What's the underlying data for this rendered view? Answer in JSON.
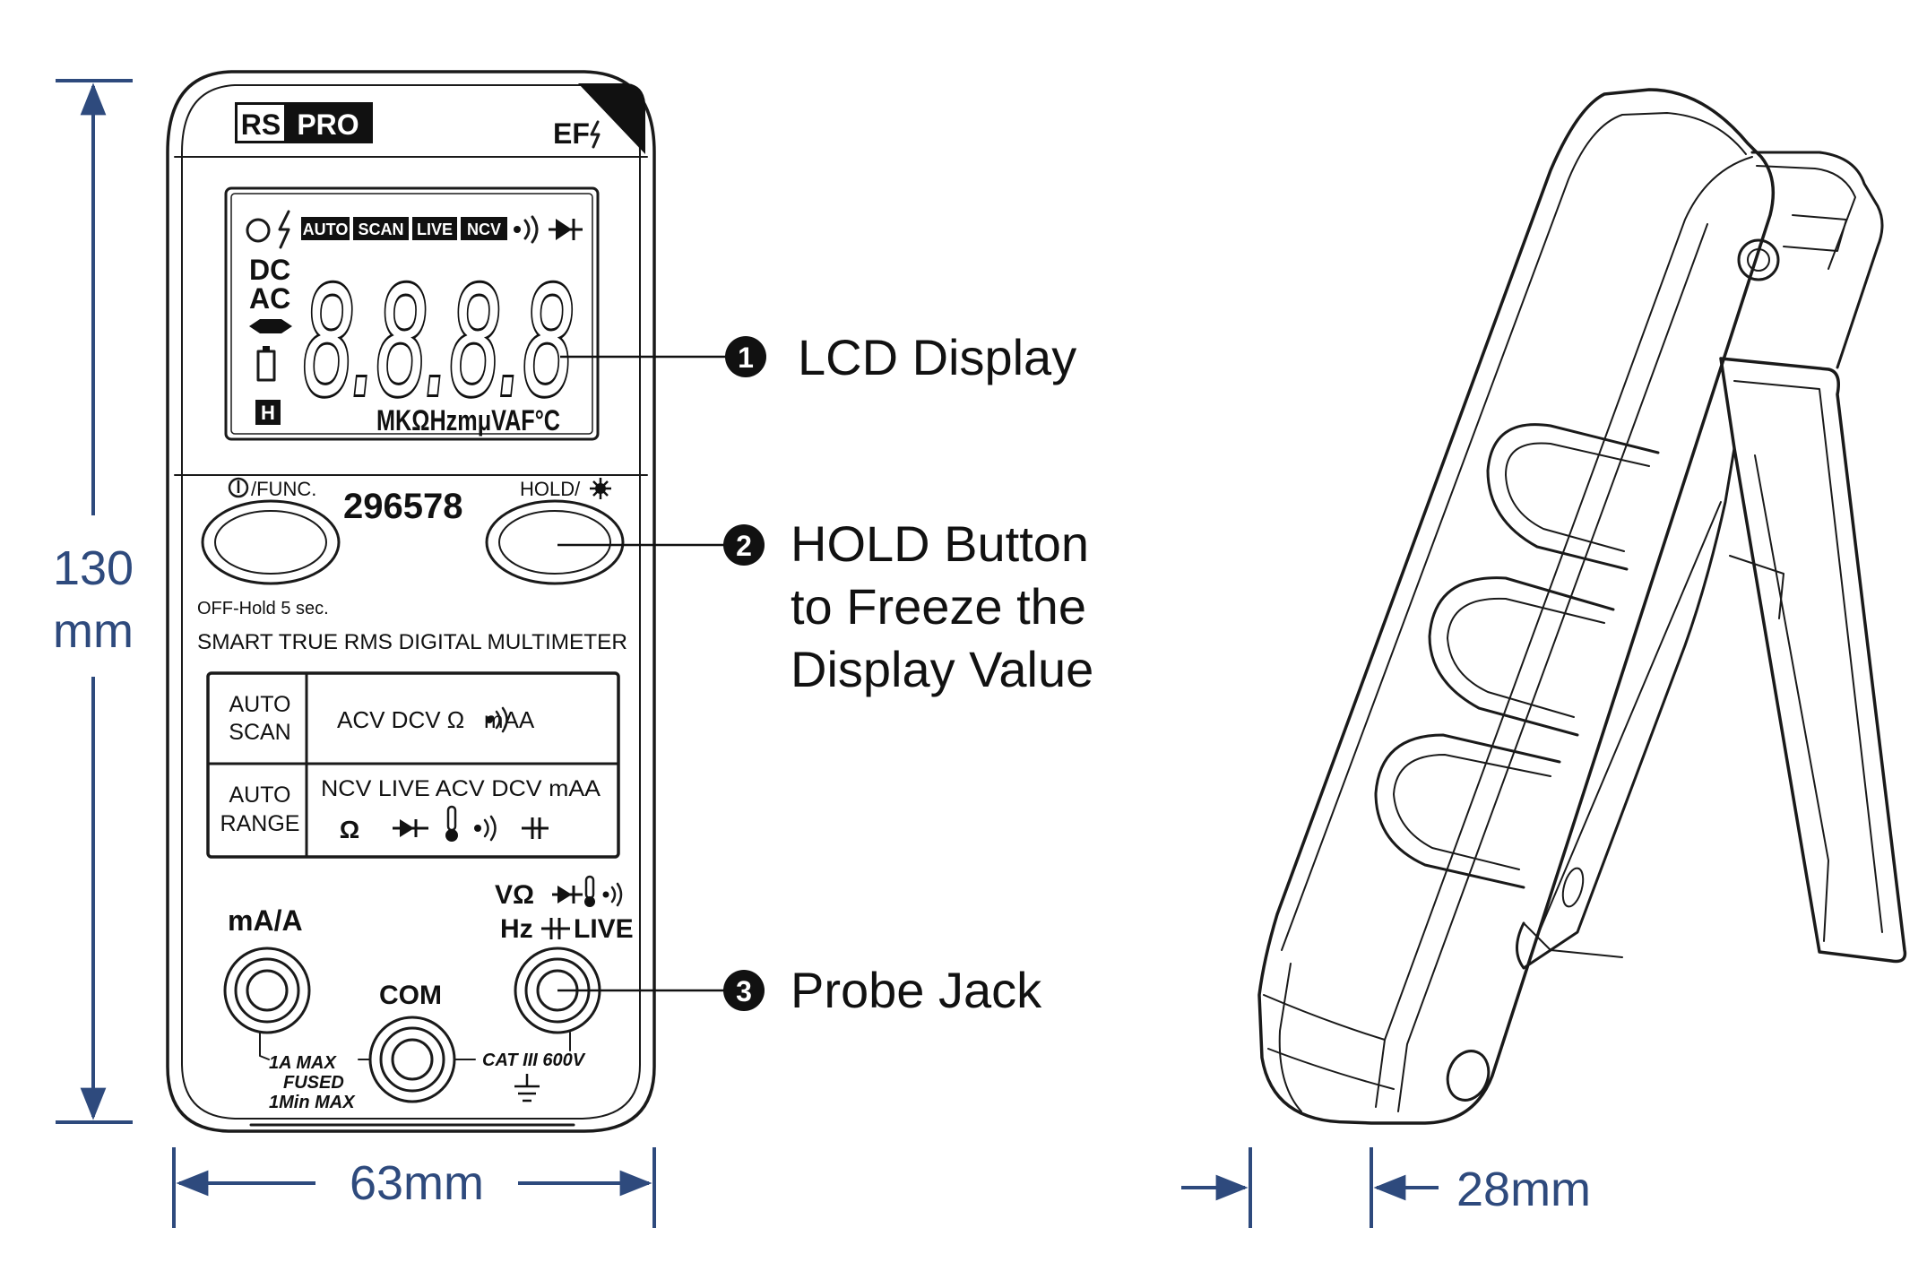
{
  "brand": {
    "rs": "RS",
    "pro": "PRO"
  },
  "ef_mark": "EF",
  "lcd": {
    "tags": [
      "AUTO",
      "SCAN",
      "LIVE",
      "NCV"
    ],
    "modes": [
      "DC",
      "AC"
    ],
    "digits": "8.8.8.8",
    "hold_flag": "H",
    "units": "MKΩHzmμVAF°C"
  },
  "buttons": {
    "func_label": "/FUNC.",
    "hold_label": "HOLD/",
    "off_hold": "OFF-Hold 5 sec."
  },
  "model_number": "296578",
  "product_name": "SMART TRUE RMS DIGITAL MULTIMETER",
  "mode_table": {
    "auto_scan_label": [
      "AUTO",
      "SCAN"
    ],
    "auto_scan_items": "ACV DCV Ω   mAA",
    "auto_range_label": [
      "AUTO",
      "RANGE"
    ],
    "auto_range_items": "NCV LIVE ACV DCV mAA"
  },
  "jacks": {
    "ma_a": "mA/A",
    "com": "COM",
    "vohm_top": "VΩ",
    "vohm_bottom_hz": "Hz",
    "vohm_bottom_live": "LIVE",
    "fuse_lines": [
      "1A MAX",
      "FUSED",
      "1Min MAX"
    ],
    "cat_rating": "CAT III 600V"
  },
  "callouts": [
    {
      "num": "1",
      "lines": [
        "LCD Display"
      ]
    },
    {
      "num": "2",
      "lines": [
        "HOLD Button",
        "to Freeze the",
        "Display Value"
      ]
    },
    {
      "num": "3",
      "lines": [
        "Probe Jack"
      ]
    }
  ],
  "dimensions": {
    "height_value": "130",
    "height_unit": "mm",
    "width_front": "63mm",
    "depth_side": "28mm"
  },
  "colors": {
    "dimension": "#2e4a7d",
    "ink": "#1a1a1a",
    "background": "#ffffff"
  }
}
